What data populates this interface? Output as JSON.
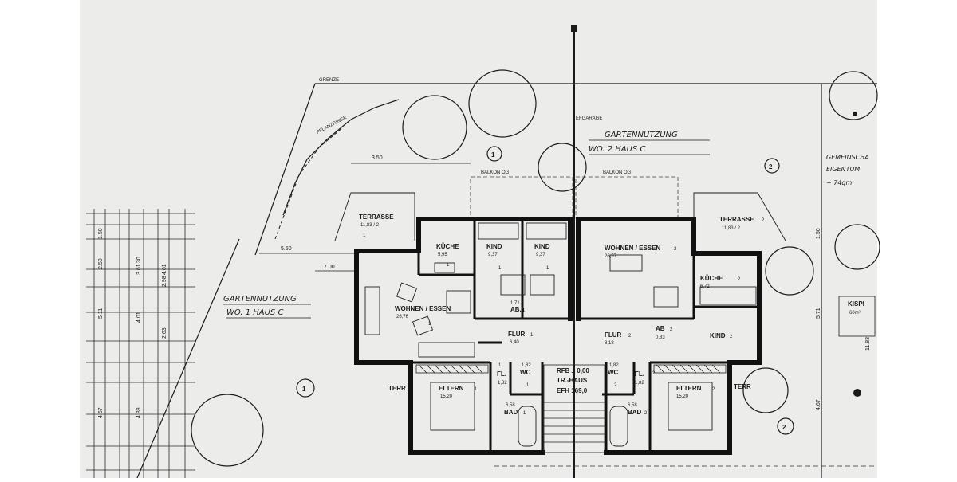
{
  "plan": {
    "boundary_label": "GRENZE",
    "planting_label": "PFLANZRINGE",
    "garage_label": "EFGARAGE",
    "balcony_left": "BALKON OG",
    "balcony_right": "BALKON OG",
    "garden_left": {
      "line1": "GARTENNUTZUNG",
      "line2": "WO. 1 HAUS C",
      "marker": "1"
    },
    "garden_right": {
      "line1": "GARTENNUTZUNG",
      "line2": "WO. 2 HAUS C",
      "marker": "2"
    },
    "common": {
      "line1": "GEMEINSCHA",
      "line2": "EIGENTUM",
      "line3": "~ 74qm"
    },
    "kispi": {
      "label": "KISPI",
      "value": "60m²"
    },
    "stair": {
      "line1": "RFB ± 0,00",
      "line2": "TR.-HAUS",
      "line3": "EFH 169,0"
    },
    "markers": {
      "m1_top": "1",
      "m1_bottom": "1",
      "m2_top": "2",
      "m2_bottom": "2"
    },
    "rooms_left": {
      "terrasse": {
        "name": "TERRASSE",
        "area": "11,83 / 2",
        "unit": "1"
      },
      "kueche": {
        "name": "KÜCHE",
        "area": "5,95",
        "unit": "1"
      },
      "kind1": {
        "name": "KIND",
        "area": "9,37",
        "unit": "1"
      },
      "kind2": {
        "name": "KIND",
        "area": "9,37",
        "unit": "1"
      },
      "wohnen": {
        "name": "WOHNEN / ESSEN",
        "area": "26,76",
        "unit": "1"
      },
      "ab": {
        "name": "AB.",
        "area": "1,71",
        "unit": "1"
      },
      "flur": {
        "name": "FLUR",
        "area": "6,40",
        "unit": "1"
      },
      "fl": {
        "name": "FL.",
        "area": "1,82",
        "unit": "1"
      },
      "wc": {
        "name": "WC",
        "area": "1,82",
        "unit": "1"
      },
      "eltern": {
        "name": "ELTERN",
        "area": "15,20",
        "unit": "1"
      },
      "bad": {
        "name": "BAD",
        "area": "6,58",
        "unit": "1"
      },
      "terr": {
        "name": "TERR"
      }
    },
    "rooms_right": {
      "wohnen": {
        "name": "WOHNEN / ESSEN",
        "area": "26,57",
        "unit": "2"
      },
      "terrasse": {
        "name": "TERRASSE",
        "area": "11,83 / 2",
        "unit": "2"
      },
      "kueche": {
        "name": "KÜCHE",
        "area": "6,72",
        "unit": "2"
      },
      "flur": {
        "name": "FLUR",
        "area": "8,18",
        "unit": "2"
      },
      "ab": {
        "name": "AB",
        "area": "0,83",
        "unit": "2"
      },
      "kind": {
        "name": "KIND",
        "area": "",
        "unit": "2"
      },
      "wc": {
        "name": "WC",
        "area": "1,82",
        "unit": "2"
      },
      "fl": {
        "name": "FL.",
        "area": "1,82",
        "unit": "2"
      },
      "eltern": {
        "name": "ELTERN",
        "area": "15,20",
        "unit": "2"
      },
      "bad": {
        "name": "BAD",
        "area": "6,58",
        "unit": "2"
      },
      "terr": {
        "name": "TERR"
      }
    },
    "dims": {
      "d350": "3.50",
      "d550": "5.50",
      "d700": "7.00",
      "d150": "1.50",
      "d571": "5.71",
      "d467": "4.67",
      "d1183": "11.83",
      "left_col_a": [
        "1.50",
        "2.50",
        "5.11",
        "4.67"
      ],
      "left_col_b": [
        "30",
        "3.61",
        "4.01",
        "4.38"
      ],
      "left_col_c": [
        "4.61",
        "2.98",
        "2.63"
      ]
    }
  }
}
